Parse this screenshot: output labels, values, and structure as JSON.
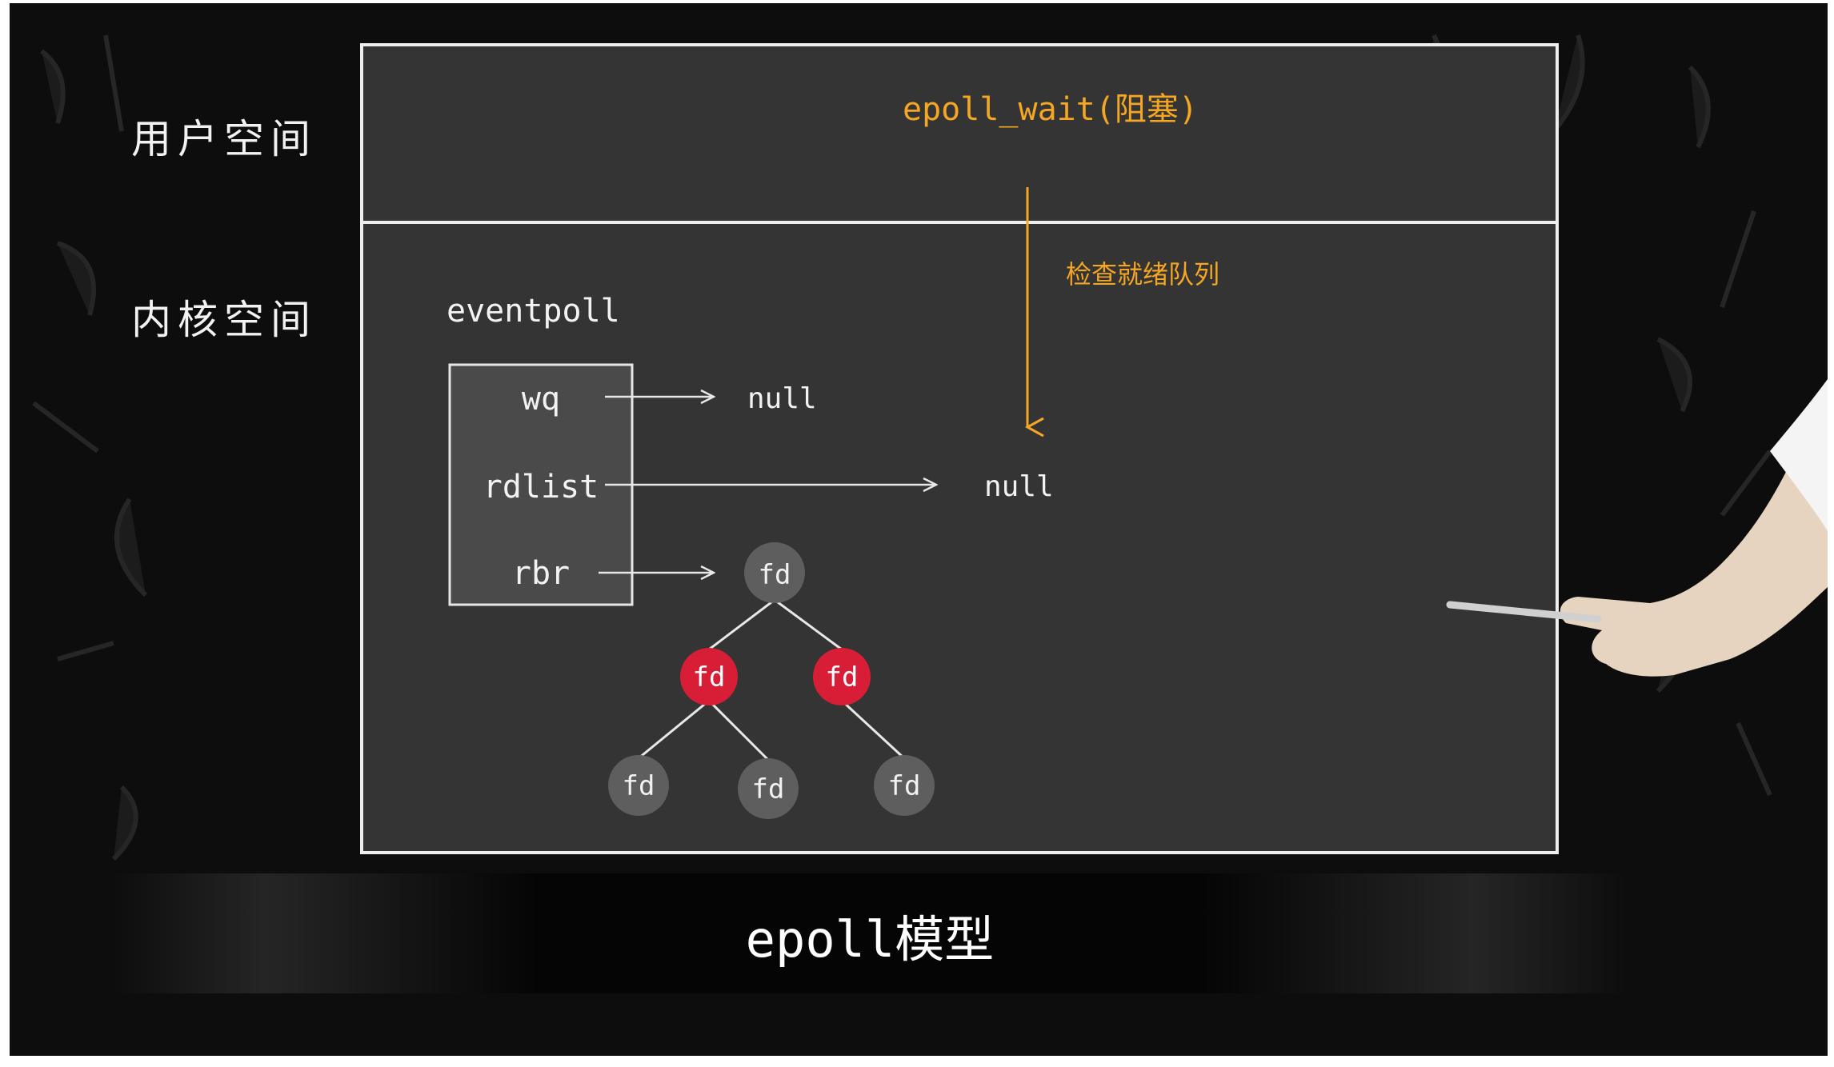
{
  "labels": {
    "user_space": "用户空间",
    "kernel_space": "内核空间"
  },
  "diagram": {
    "syscall": "epoll_wait(阻塞)",
    "check_label": "检查就绪队列",
    "struct_name": "eventpoll",
    "fields": [
      "wq",
      "rdlist",
      "rbr"
    ],
    "wq_target": "null",
    "rdlist_target": "null",
    "tree_nodes": [
      "fd",
      "fd",
      "fd",
      "fd",
      "fd",
      "fd"
    ]
  },
  "caption": "epoll模型",
  "colors": {
    "accent_orange": "#f5a623",
    "red_node": "#d81e36",
    "gray_node": "#5c5c5c",
    "panel_bg": "#333333",
    "panel_border": "#eeeeee",
    "watermark": "#c8782e"
  }
}
